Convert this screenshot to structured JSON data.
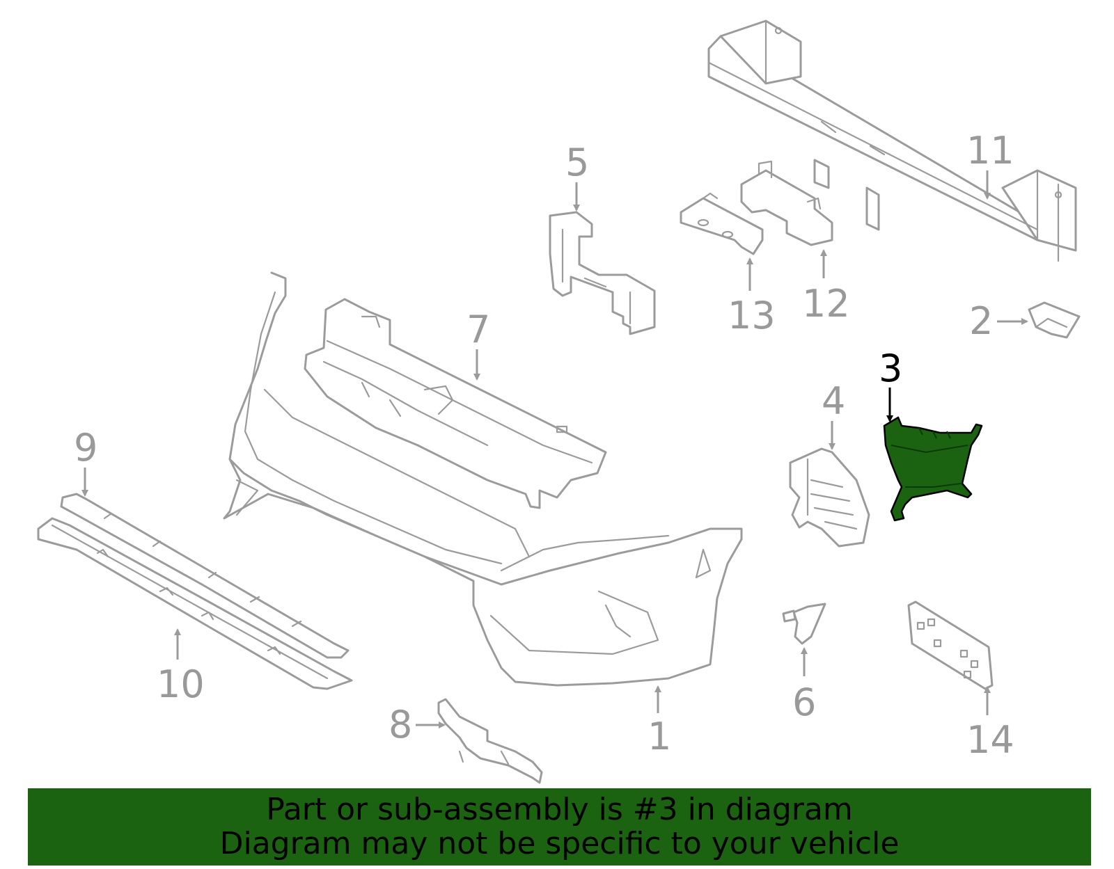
{
  "colors": {
    "highlight": "#1b6311",
    "outline": "#9b9b9b",
    "label": "#999999",
    "banner_text": "#000000"
  },
  "highlighted_part": "3",
  "callouts": {
    "c1": "1",
    "c2": "2",
    "c3": "3",
    "c4": "4",
    "c5": "5",
    "c6": "6",
    "c7": "7",
    "c8": "8",
    "c9": "9",
    "c10": "10",
    "c11": "11",
    "c12": "12",
    "c13": "13",
    "c14": "14"
  },
  "banner": {
    "line1": "Part or sub-assembly is #3 in diagram",
    "line2": "Diagram may not be specific to your vehicle"
  }
}
